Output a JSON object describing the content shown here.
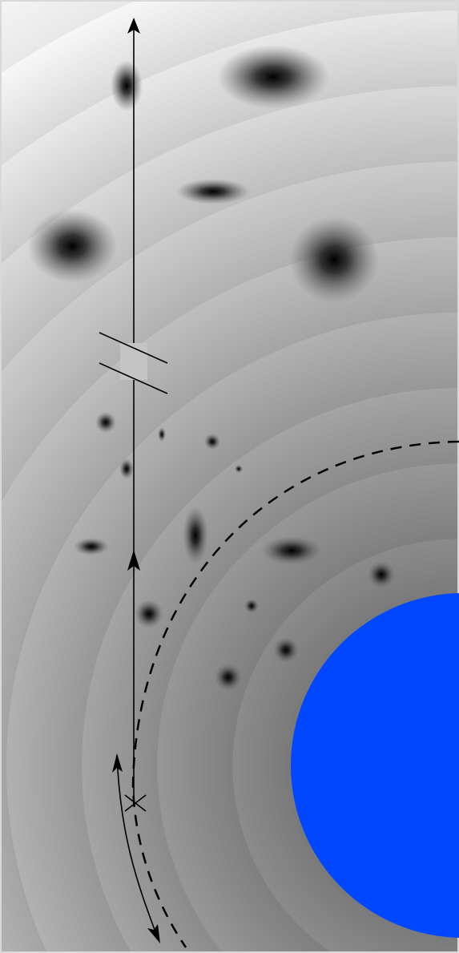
{
  "diagram": {
    "colors": {
      "frame": "#d8d8d8",
      "body": "#0047ff",
      "line": "#000000",
      "gradient_stops": [
        "#f7f7f7",
        "#e8e8e8",
        "#d9d9d9",
        "#cbcbcb",
        "#bebebe",
        "#b1b1b1",
        "#a4a4a4",
        "#979797",
        "#8b8b8b",
        "#7f7f7f",
        "#747474",
        "#6a6a6a"
      ]
    },
    "elements": {
      "central_body": "blue-planet",
      "boundary": "dashed-circle",
      "trajectory": "escape-line-with-axis-break",
      "local_motion": "curved-double-arrow",
      "start_point": "cross-marker",
      "particles": "gaussian-blobs"
    }
  }
}
